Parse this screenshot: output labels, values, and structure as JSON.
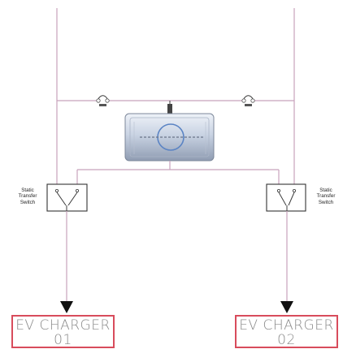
{
  "left_switch": {
    "label_lines": [
      "Static",
      "Transfer",
      "Switch"
    ]
  },
  "right_switch": {
    "label_lines": [
      "Static",
      "Transfer",
      "Switch"
    ]
  },
  "chargers": [
    {
      "line1": "EV CHARGER",
      "line2": "01"
    },
    {
      "line1": "EV CHARGER",
      "line2": "02"
    }
  ],
  "colors": {
    "wire": "#c8a2bc",
    "charger_border": "#d84c5c",
    "charger_text": "#8a8a8a"
  }
}
